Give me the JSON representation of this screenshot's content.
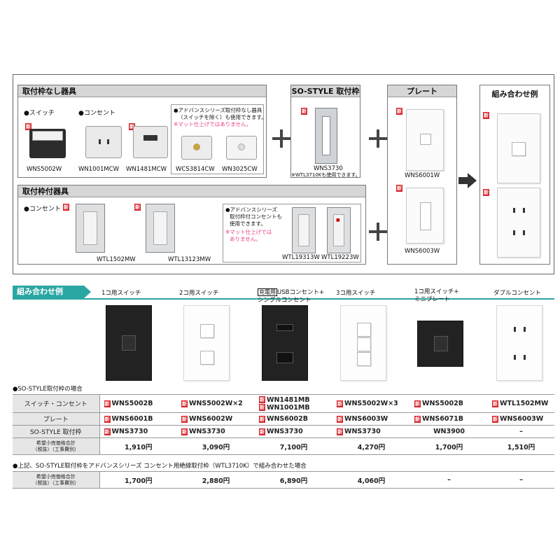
{
  "top": {
    "group1_title": "取付枠なし器具",
    "g1_switch": "●スイッチ",
    "g1_outlet": "●コンセント",
    "g1_adv_line1": "●アドバンスシリーズ取付枠なし器具",
    "g1_adv_line2": "（スイッチを除く）も使用できます。",
    "g1_adv_line3": "※マット仕上げではありません。",
    "code_wns5002w": "WNS5002W",
    "code_wn1001mcw": "WN1001MCW",
    "code_wn1481mcw": "WN1481MCW",
    "code_wcs3814cw": "WCS3814CW",
    "code_wn3025cw": "WN3025CW",
    "new_mark": "新",
    "group2_title": "SO-STYLE 取付枠",
    "code_wns3730": "WNS3730",
    "wns3730_note": "※WTL3710Kも使用できます。",
    "group3_title": "プレート",
    "code_wns6001w": "WNS6001W",
    "code_wns6003w": "WNS6003W",
    "group4_title": "組み合わせ例",
    "group5_title": "取付枠付器具",
    "g5_outlet": "●コンセント",
    "g5_adv_line1": "●アドバンスシリーズ",
    "g5_adv_line2": "取付枠付コンセントも",
    "g5_adv_line3": "使用できます。",
    "g5_adv_line4": "※マット仕上げでは",
    "g5_adv_line5": "ありません。",
    "code_wtl1502mw": "WTL1502MW",
    "code_wtl13123mw": "WTL13123MW",
    "code_wtl19313w": "WTL19313W",
    "code_wtl19223w": "WTL19223W"
  },
  "examples": {
    "tag": "組み合わせ例",
    "col1": "1コ用スイッチ",
    "col2": "2コ用スイッチ",
    "col3_badge": "充電用",
    "col3_line1": "USBコンセント+",
    "col3_line2": "シングルコンセント",
    "col4": "3コ用スイッチ",
    "col5_line1": "1コ用スイッチ+",
    "col5_line2": "ミニプレート",
    "col6": "ダブルコンセント"
  },
  "table1": {
    "note": "●SO-STYLE取付枠の場合",
    "row_device": "スイッチ・コンセント",
    "row_plate": "プレート",
    "row_frame": "SO-STYLE 取付枠",
    "row_price_l1": "希望小売価格合計",
    "row_price_l2": "（税抜）（工事費別）",
    "device": [
      "WNS5002B",
      "WNS5002W×2",
      "WN1481MB",
      "WNS5002W×3",
      "WNS5002B",
      "WTL1502MW"
    ],
    "device_extra": "WN1001MB",
    "plate": [
      "WNS6001B",
      "WNS6002W",
      "WNS6002B",
      "WNS6003W",
      "WNS6071B",
      "WNS6003W"
    ],
    "frame": [
      "WNS3730",
      "WNS3730",
      "WNS3730",
      "WNS3730",
      "WN3900",
      "–"
    ],
    "price": [
      "1,910円",
      "3,090円",
      "7,100円",
      "4,270円",
      "1,700円",
      "1,510円"
    ]
  },
  "table2": {
    "note": "●上記、SO-STYLE取付枠をアドバンスシリーズ コンセント用絶縁取付枠（WTL3710K）で組み合わせた場合",
    "row_price_l1": "希望小売価格合計",
    "row_price_l2": "（税抜）（工事費別）",
    "price": [
      "1,700円",
      "2,880円",
      "6,890円",
      "4,060円",
      "–",
      "–"
    ]
  },
  "colors": {
    "accent_teal": "#2aa6a3",
    "new_red": "#d8232a",
    "note_pink": "#e8408a"
  }
}
